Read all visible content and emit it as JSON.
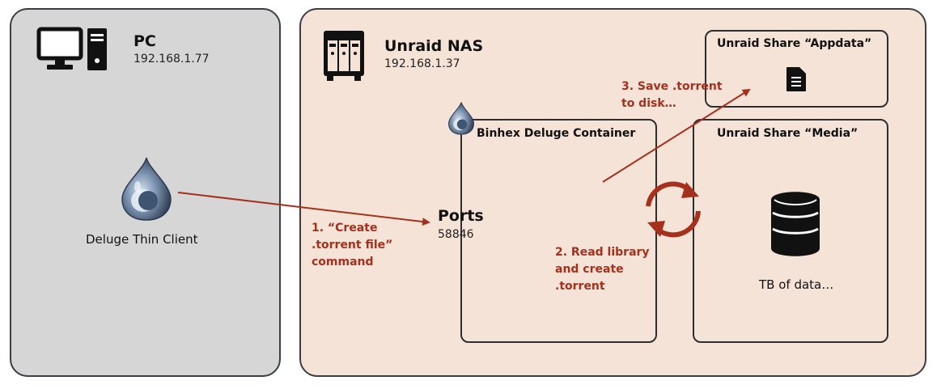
{
  "pc": {
    "title": "PC",
    "ip": "192.168.1.77",
    "client_label": "Deluge Thin Client"
  },
  "nas": {
    "title": "Unraid NAS",
    "ip": "192.168.1.37"
  },
  "container": {
    "title": "Binhex Deluge Container",
    "ports_label": "Ports",
    "port": "58846"
  },
  "appdata_share": {
    "title": "Unraid Share “Appdata”"
  },
  "media_share": {
    "title": "Unraid Share “Media”",
    "data_label": "TB of data…"
  },
  "steps": {
    "step1": "1. “Create\n.torrent file”\ncommand",
    "step2": "2. Read library\nand create\n.torrent",
    "step3": "3. Save .torrent\nto disk…"
  },
  "colors": {
    "arrow": "#a5301c",
    "pc_panel": "#d6d6d6",
    "nas_panel": "#f6e3d8"
  },
  "icons": [
    "computer-icon",
    "server-icon",
    "deluge-icon",
    "file-icon",
    "database-icon",
    "sync-icon"
  ]
}
